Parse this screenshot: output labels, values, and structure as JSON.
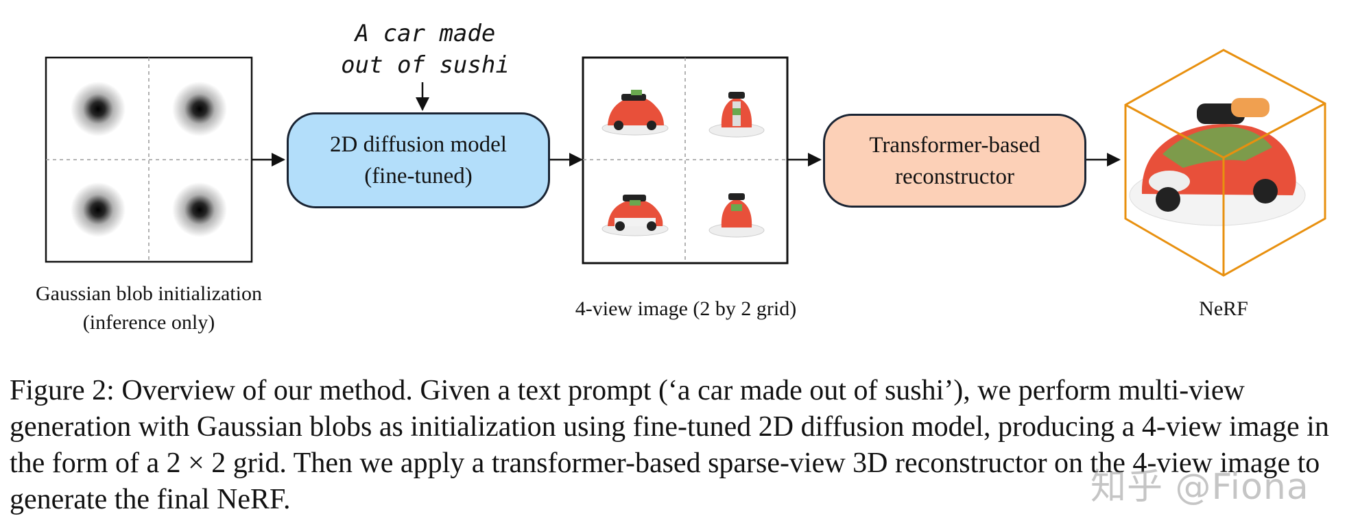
{
  "prompt": {
    "line1": "A car made",
    "line2": "out of sushi"
  },
  "boxes": {
    "diffusion": {
      "line1": "2D diffusion model",
      "line2": "(fine-tuned)"
    },
    "reconstructor": {
      "line1": "Transformer-based",
      "line2": "reconstructor"
    }
  },
  "labels": {
    "gaussian": {
      "line1": "Gaussian blob initialization",
      "line2": "(inference only)"
    },
    "fourview": "4-view image (2 by 2 grid)",
    "nerf": "NeRF"
  },
  "caption": "Figure 2: Overview of our method. Given a text prompt (‘a car made out of sushi’), we perform multi-view generation with Gaussian blobs as initialization using fine-tuned 2D diffusion model, producing a 4-view image in the form of a 2 × 2 grid. Then we apply a transformer-based sparse-view 3D reconstructor on the 4-view image to generate the final NeRF.",
  "watermark": "知乎 @Fiona",
  "colors": {
    "diffusion_fill": "#b3defa",
    "reconstructor_fill": "#fcd0b7",
    "cube_edge": "#e8900f",
    "box_border": "#1a2433"
  }
}
